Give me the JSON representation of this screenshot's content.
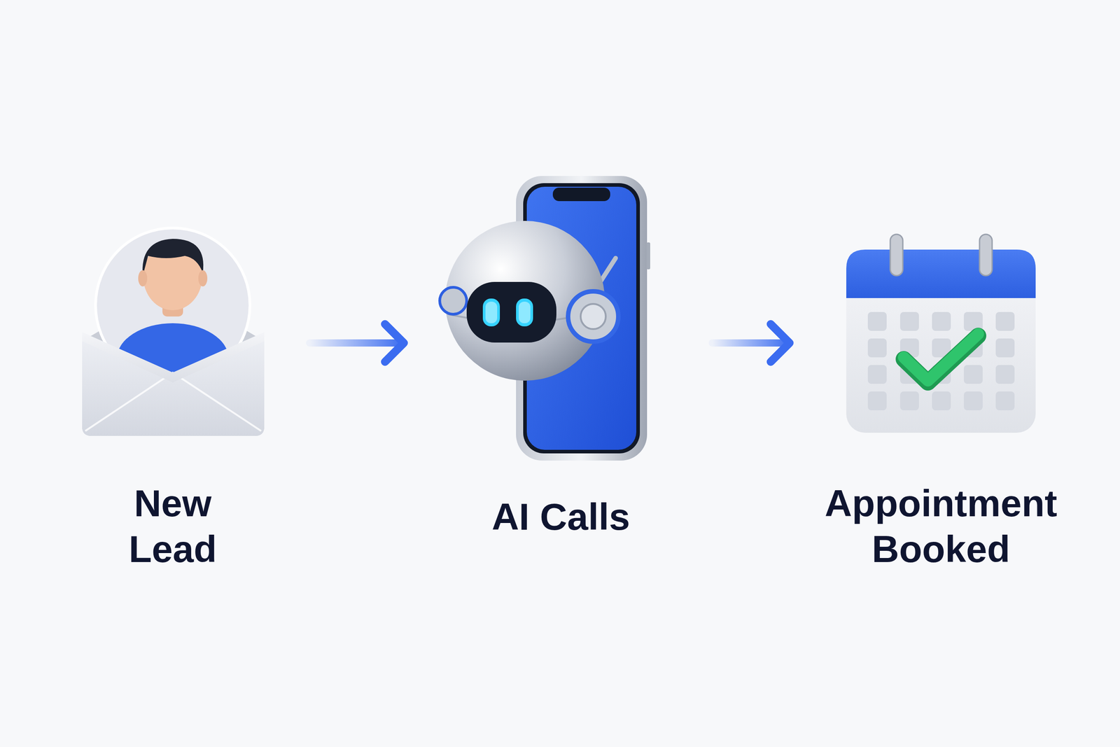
{
  "diagram": {
    "nodes": [
      {
        "text": [
          "New Lead"
        ]
      },
      {
        "text": [
          "AI Calls"
        ]
      },
      {
        "text": [
          "Appointment Booked"
        ]
      }
    ],
    "edges": [
      {
        "from": 0,
        "to": 1,
        "arrow": "to"
      },
      {
        "from": 1,
        "to": 2,
        "arrow": "to"
      }
    ]
  }
}
